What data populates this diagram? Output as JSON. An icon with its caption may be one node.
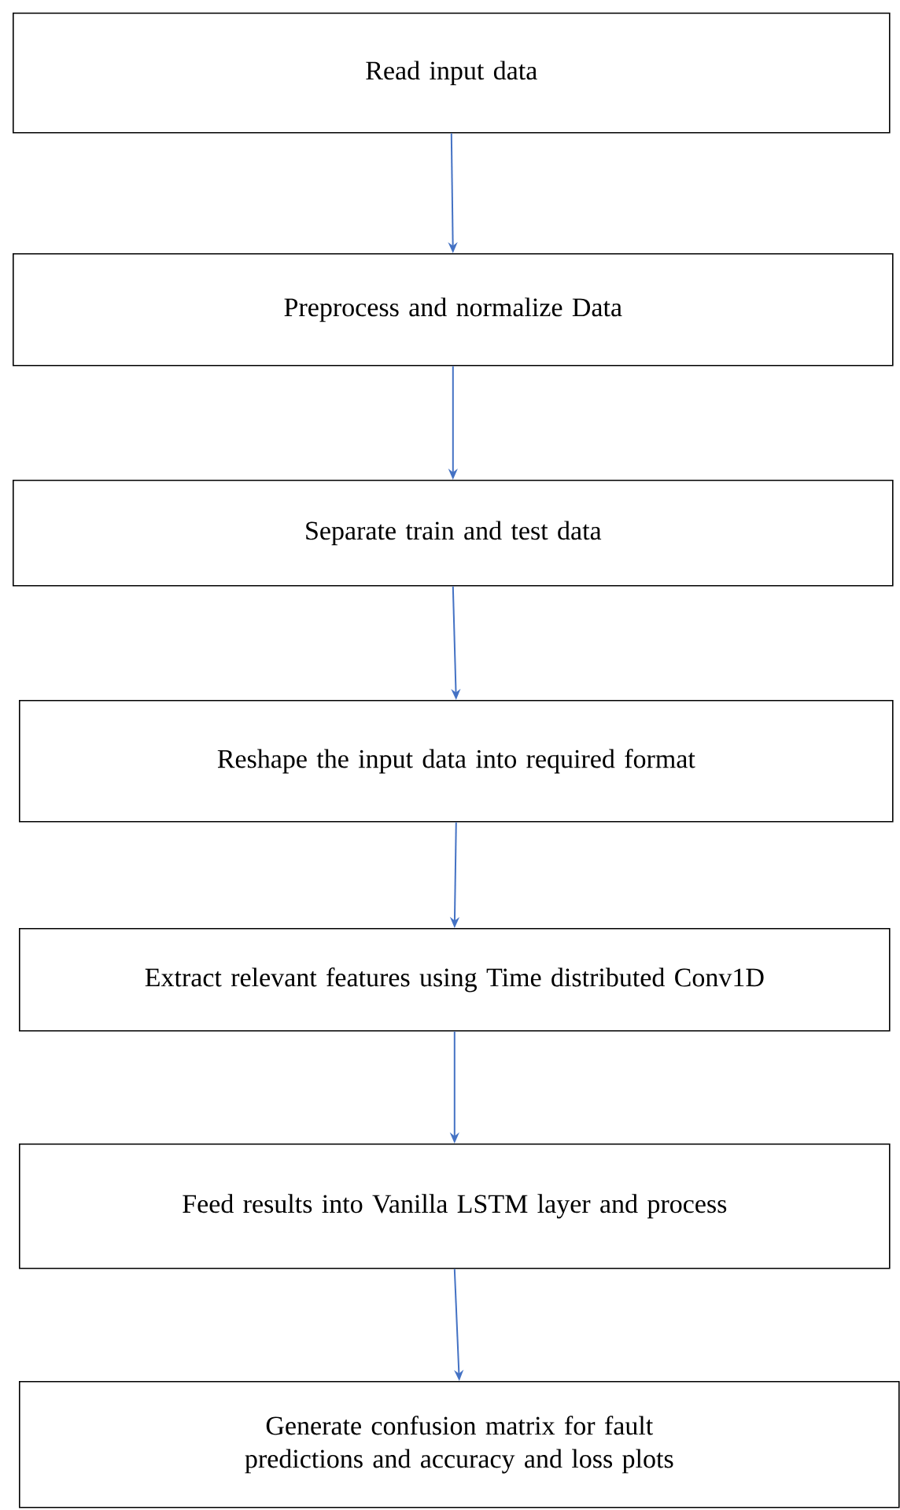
{
  "diagram": {
    "nodes": [
      {
        "text": [
          "Read input data"
        ]
      },
      {
        "text": [
          "Preprocess and normalize Data"
        ]
      },
      {
        "text": [
          "Separate train and test data"
        ]
      },
      {
        "text": [
          "Reshape the input data into required format"
        ]
      },
      {
        "text": [
          "Extract relevant features using Time distributed Conv1D"
        ]
      },
      {
        "text": [
          "Feed results into Vanilla LSTM layer and process"
        ]
      },
      {
        "text": [
          "Generate confusion matrix for fault predictions and accuracy and loss plots"
        ]
      }
    ],
    "edges": [
      {
        "from": 0,
        "to": 1,
        "arrow": "to"
      },
      {
        "from": 1,
        "to": 2,
        "arrow": "to"
      },
      {
        "from": 2,
        "to": 3,
        "arrow": "to"
      },
      {
        "from": 3,
        "to": 4,
        "arrow": "to"
      },
      {
        "from": 4,
        "to": 5,
        "arrow": "to"
      },
      {
        "from": 5,
        "to": 6,
        "arrow": "to"
      }
    ]
  }
}
